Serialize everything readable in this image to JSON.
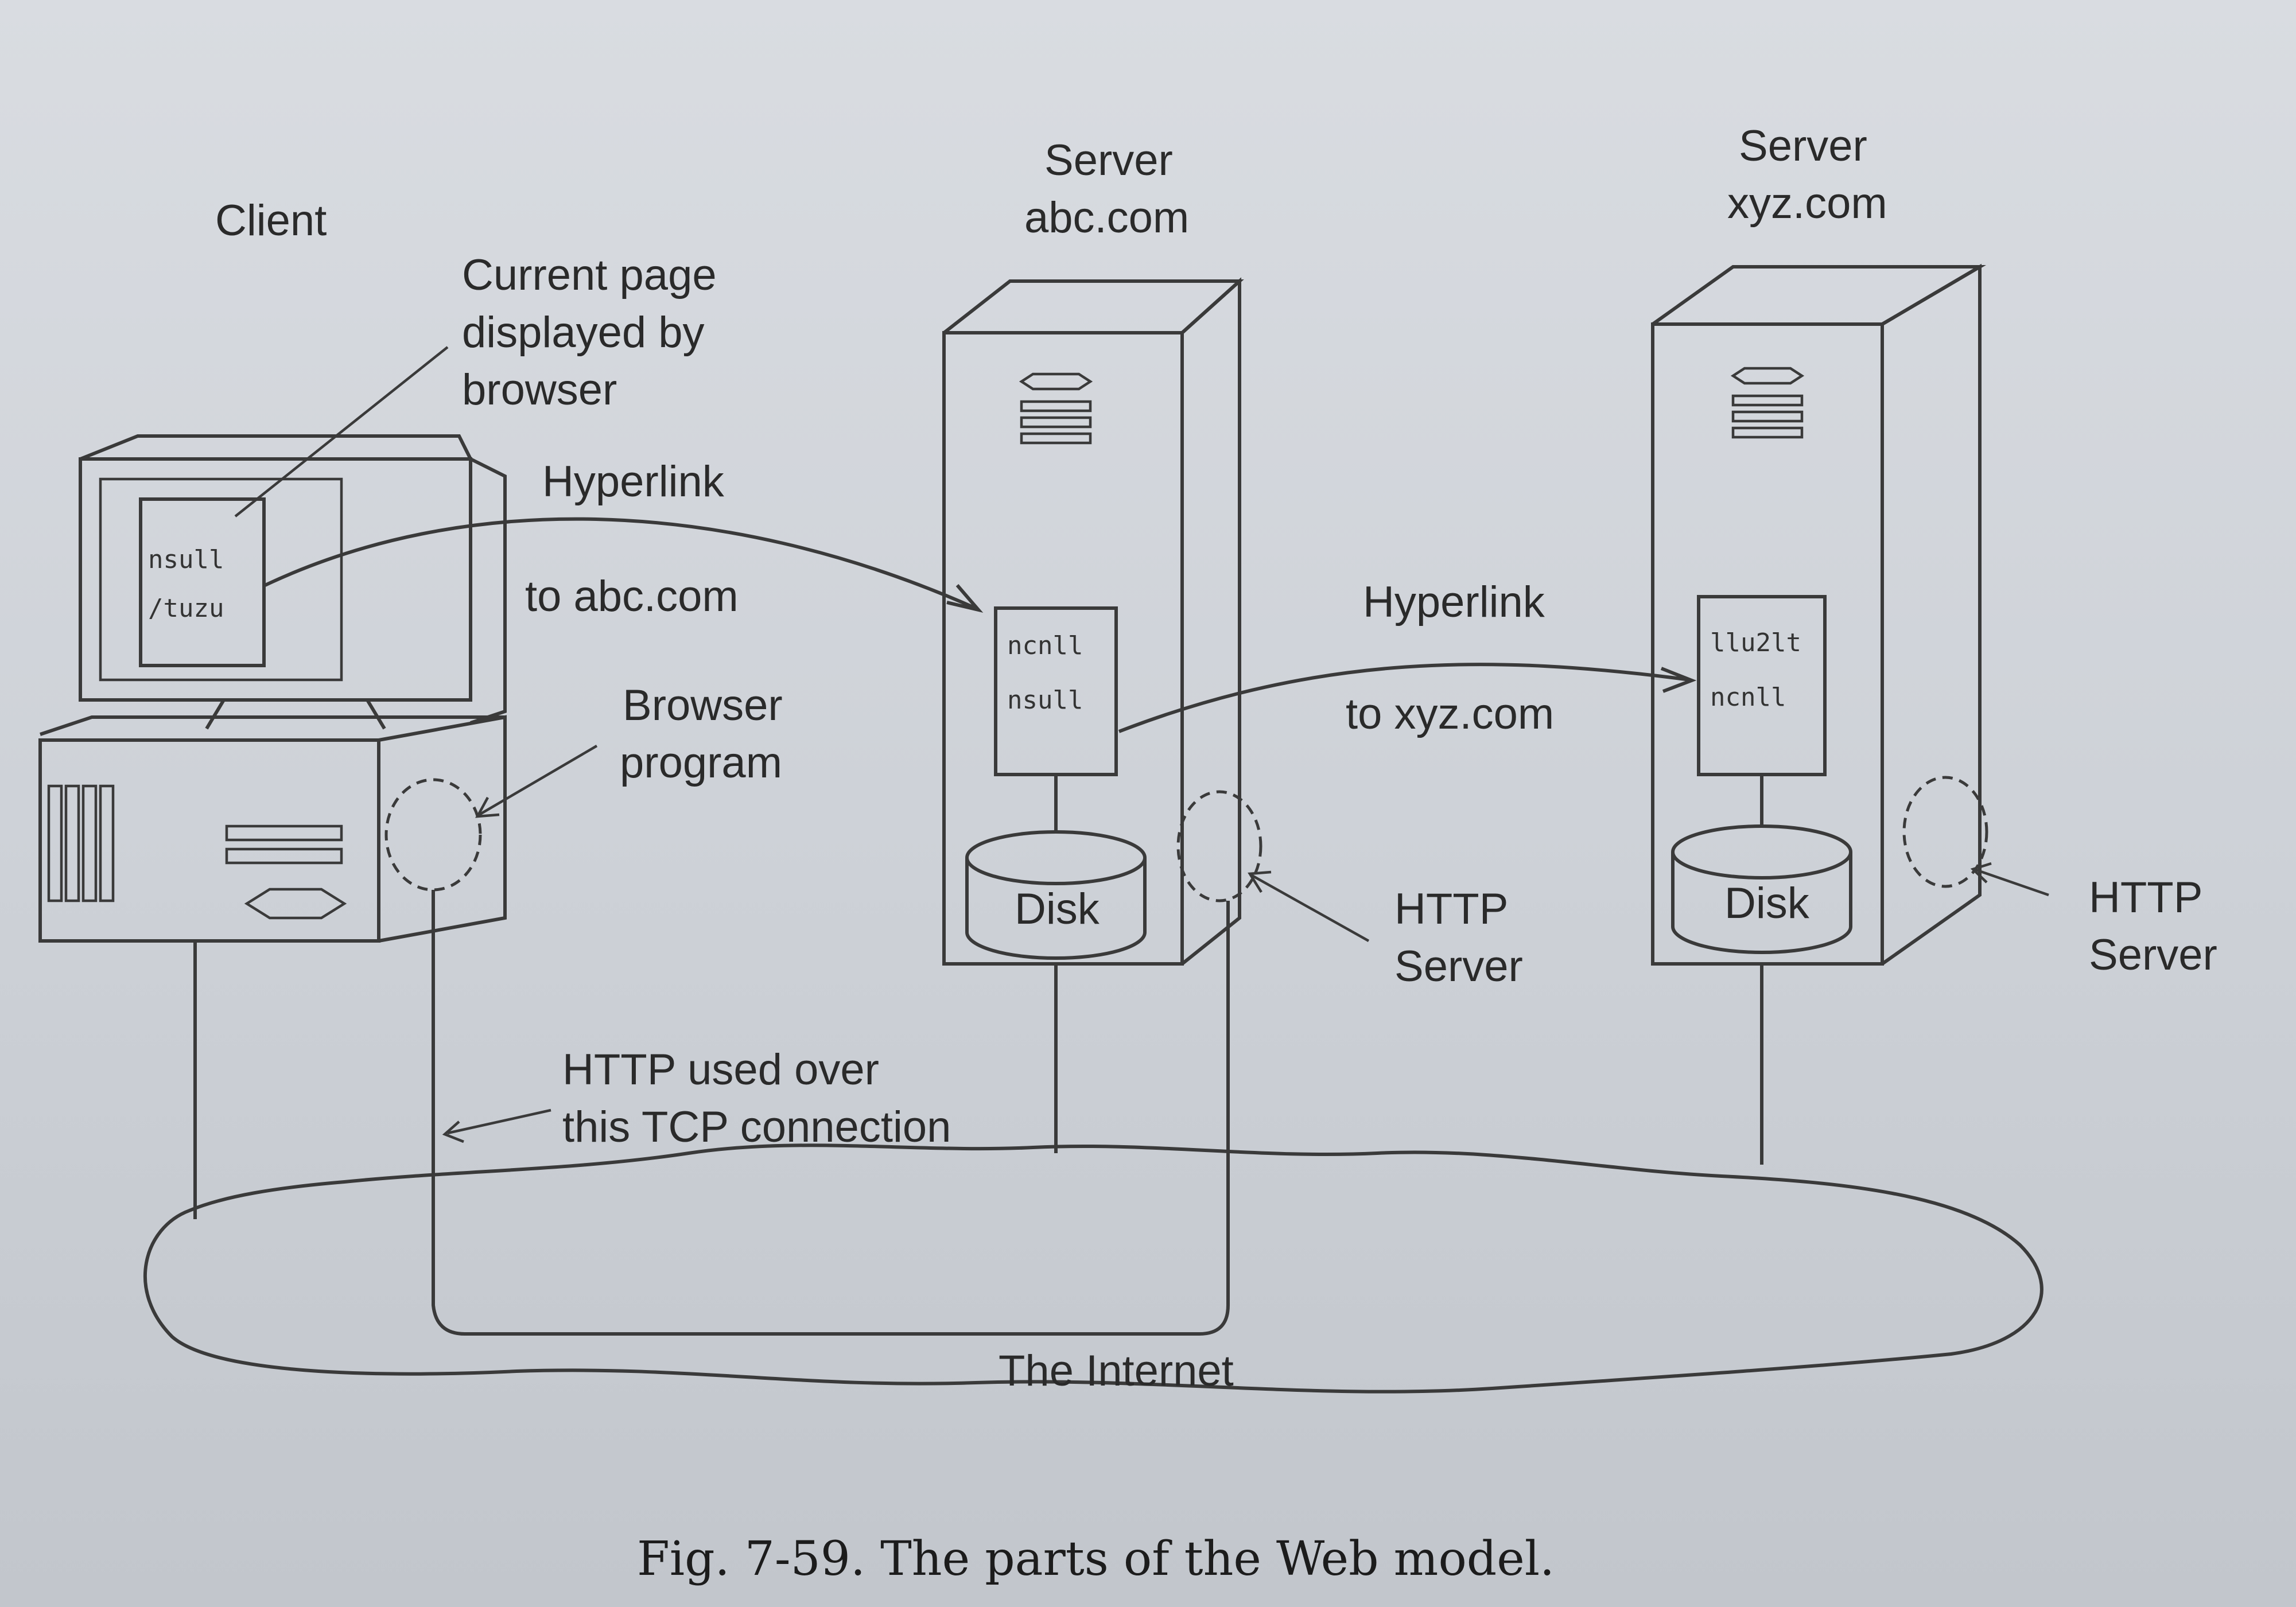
{
  "labels": {
    "client": "Client",
    "current_page": [
      "Current page",
      "displayed by",
      "browser"
    ],
    "server1": [
      "Server",
      "abc.com"
    ],
    "server2": [
      "Server",
      "xyz.com"
    ],
    "hyperlink1": [
      "Hyperlink",
      "to abc.com"
    ],
    "hyperlink2": [
      "Hyperlink",
      "to xyz.com"
    ],
    "browser_program": [
      "Browser",
      "program"
    ],
    "http_server1": [
      "HTTP",
      "Server"
    ],
    "http_server2": [
      "HTTP",
      "Server"
    ],
    "disk1": "Disk",
    "disk2": "Disk",
    "tcp": [
      "HTTP used over",
      "this TCP connection"
    ],
    "internet": "The Internet"
  },
  "caption": "Fig. 7-59. The parts of the Web model."
}
